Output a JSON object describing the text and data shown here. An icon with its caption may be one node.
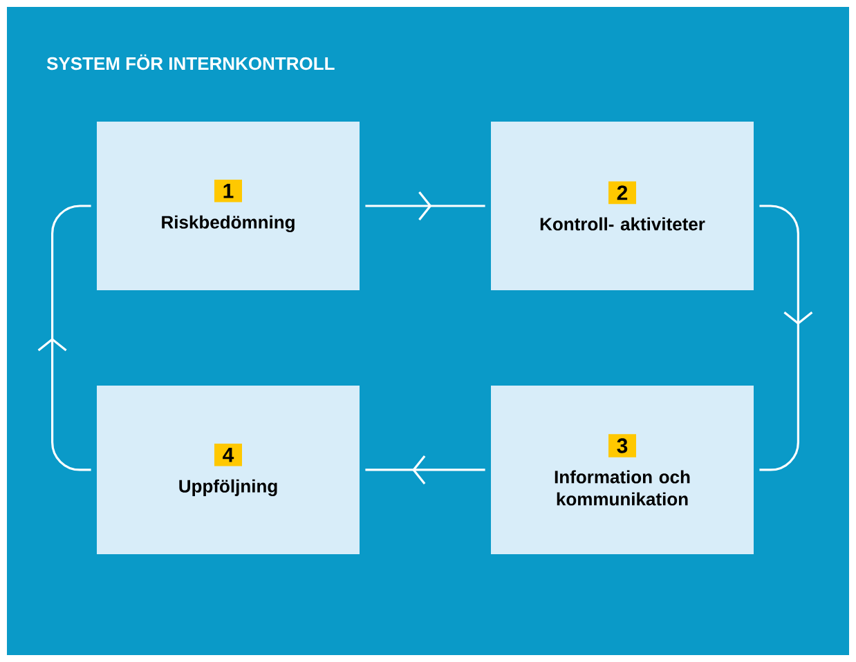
{
  "diagram": {
    "title": "SYSTEM FÖR INTERNKONTROLL",
    "nodes": [
      {
        "text": [
          "1",
          "Riskbedömning"
        ]
      },
      {
        "text": [
          "2",
          "Kontroll- aktiviteter"
        ]
      },
      {
        "text": [
          "3",
          "Information och kommunikation"
        ]
      },
      {
        "text": [
          "4",
          "Uppföljning"
        ]
      }
    ],
    "edges": [
      {
        "from": 0,
        "to": 1,
        "arrow": "to"
      },
      {
        "from": 1,
        "to": 2,
        "arrow": "to"
      },
      {
        "from": 2,
        "to": 3,
        "arrow": "to"
      },
      {
        "from": 3,
        "to": 0,
        "arrow": "to"
      }
    ]
  }
}
